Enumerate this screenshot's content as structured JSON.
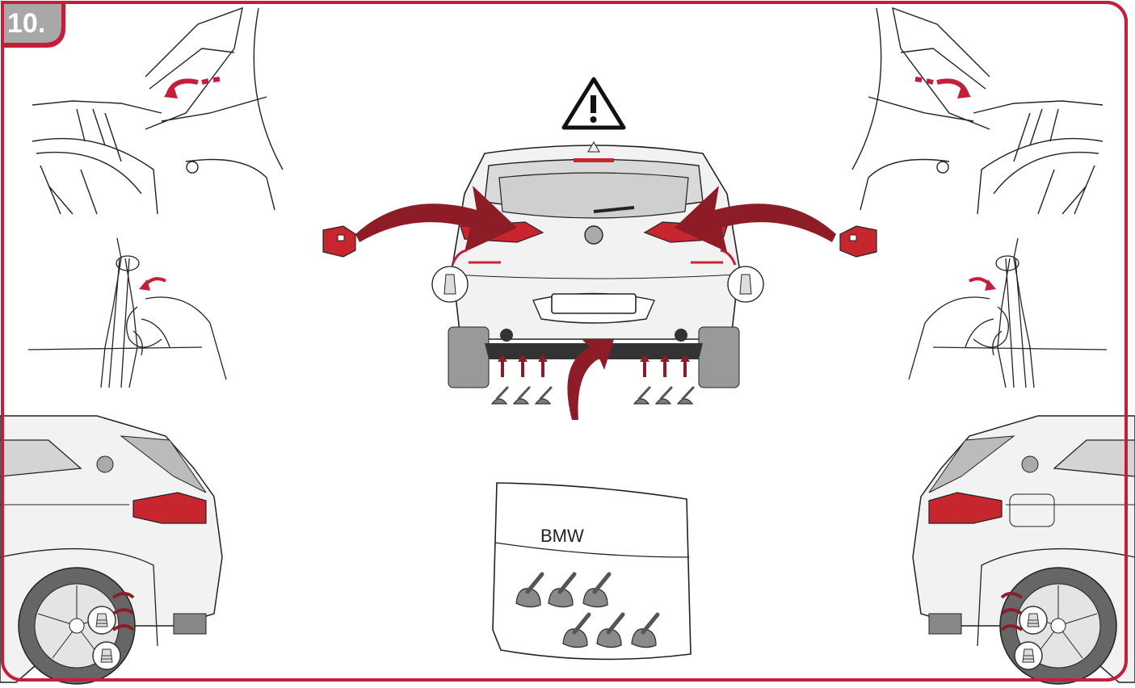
{
  "step": {
    "number": "10."
  },
  "bag": {
    "label": "BMW"
  },
  "colors": {
    "accent": "#c41e3a",
    "arrow": "#8e1c26",
    "tail_light": "#c7262f",
    "panel_grey": "#a8a8a8"
  },
  "icons": [
    "warning-icon",
    "curved-arrow-icon",
    "up-arrow-icon",
    "push-rivet-icon",
    "clip-bag"
  ]
}
